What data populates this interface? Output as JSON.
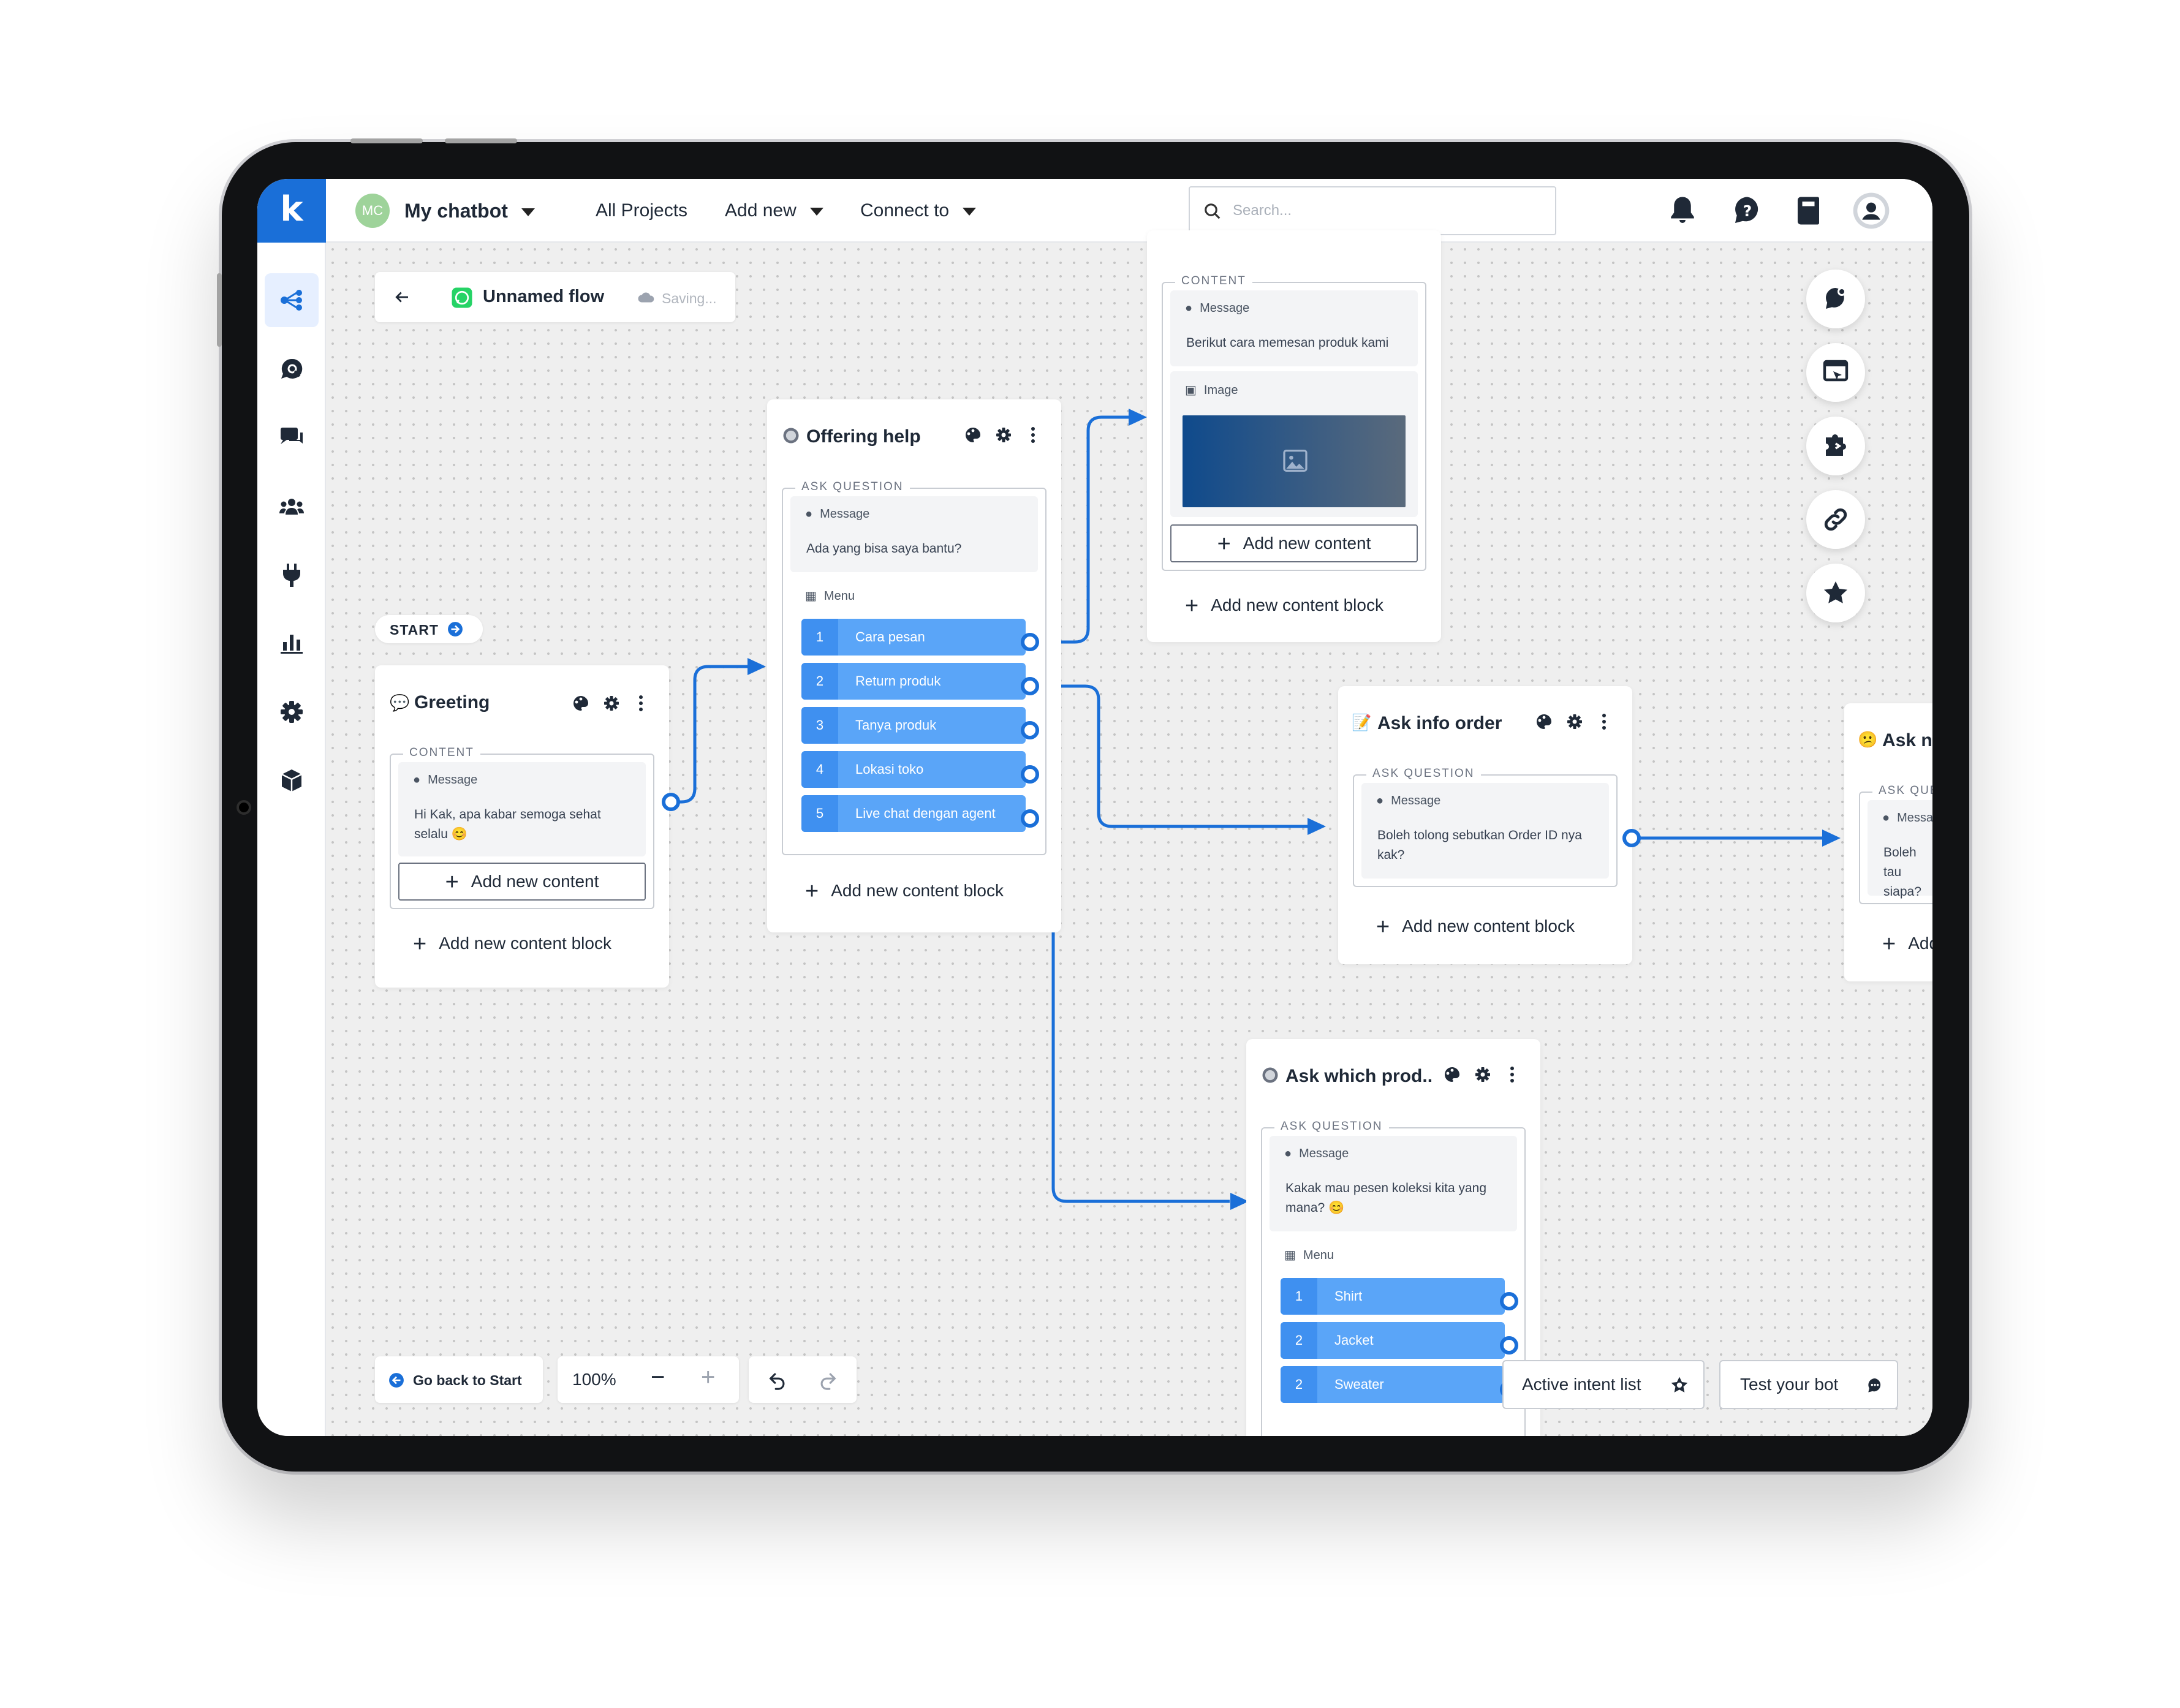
{
  "topbar": {
    "logo": "k",
    "avatar_initials": "MC",
    "project_name": "My chatbot",
    "nav": [
      "All Projects",
      "Add new",
      "Connect to"
    ],
    "search_placeholder": "Search...",
    "icons": [
      "bell-icon",
      "help-icon",
      "book-icon",
      "user-avatar-icon"
    ]
  },
  "sidebar": {
    "items": [
      "flow-icon",
      "search-chat-icon",
      "chat-icon",
      "users-icon",
      "plug-icon",
      "chart-icon",
      "gear-icon",
      "box-icon"
    ],
    "active_index": 0
  },
  "flow_header": {
    "back_icon": "arrow-left-icon",
    "name": "Unnamed flow",
    "status": "Saving..."
  },
  "start_label": "START",
  "nodes": {
    "greeting": {
      "title": "Greeting",
      "section": "CONTENT",
      "message_label": "Message",
      "message_text": "Hi Kak, apa kabar semoga sehat selalu 😊",
      "add_content": "Add new content",
      "add_block": "Add new content block"
    },
    "offering": {
      "title": "Offering help",
      "section": "ASK QUESTION",
      "message_label": "Message",
      "message_text": "Ada yang bisa saya bantu?",
      "menu_label": "Menu",
      "menu": [
        {
          "num": "1",
          "label": "Cara pesan"
        },
        {
          "num": "2",
          "label": "Return produk"
        },
        {
          "num": "3",
          "label": "Tanya produk"
        },
        {
          "num": "4",
          "label": "Lokasi toko"
        },
        {
          "num": "5",
          "label": "Live chat dengan agent"
        }
      ],
      "add_block": "Add new content block"
    },
    "content": {
      "section": "CONTENT",
      "message_label": "Message",
      "message_text": "Berikut cara memesan produk kami",
      "image_label": "Image",
      "add_content": "Add new content",
      "add_block": "Add new content block"
    },
    "ask_info": {
      "title": "Ask info order",
      "section": "ASK QUESTION",
      "message_label": "Message",
      "message_text": "Boleh tolong sebutkan Order ID nya kak?",
      "add_block": "Add new content block"
    },
    "ask_name": {
      "title": "Ask na",
      "section": "ASK QUE",
      "message_label": "Messa",
      "message_text": "Boleh tau siapa?",
      "add_block": "Add"
    },
    "ask_product": {
      "title": "Ask which prod..",
      "section": "ASK QUESTION",
      "message_label": "Message",
      "message_text": "Kakak mau pesen koleksi kita yang mana? 😊",
      "menu_label": "Menu",
      "menu": [
        {
          "num": "1",
          "label": "Shirt"
        },
        {
          "num": "2",
          "label": "Jacket"
        },
        {
          "num": "2",
          "label": "Sweater"
        }
      ]
    }
  },
  "bottom": {
    "go_back": "Go back to Start",
    "zoom": "100%",
    "active_intent": "Active intent list",
    "test_bot": "Test your bot"
  },
  "colors": {
    "brand": "#1a6fd8",
    "menu_item": "#5aa5f8",
    "menu_num": "#3f90f0",
    "canvas": "#efefef"
  }
}
